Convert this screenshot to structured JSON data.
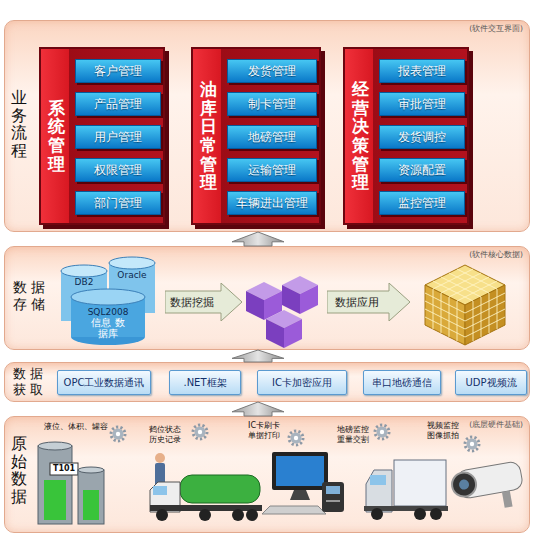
{
  "diagram": {
    "nodes": [
      {
        "text": [
          "业务流程",
          "(软件交互界面)"
        ]
      },
      {
        "text": [
          "系统管理"
        ],
        "in": 0
      },
      {
        "text": [
          "客户管理"
        ],
        "in": 1
      },
      {
        "text": [
          "产品管理"
        ],
        "in": 1
      },
      {
        "text": [
          "用户管理"
        ],
        "in": 1
      },
      {
        "text": [
          "权限管理"
        ],
        "in": 1
      },
      {
        "text": [
          "部门管理"
        ],
        "in": 1
      },
      {
        "text": [
          "油库日常管理"
        ],
        "in": 0
      },
      {
        "text": [
          "发货管理"
        ],
        "in": 7
      },
      {
        "text": [
          "制卡管理"
        ],
        "in": 7
      },
      {
        "text": [
          "地磅管理"
        ],
        "in": 7
      },
      {
        "text": [
          "运输管理"
        ],
        "in": 7
      },
      {
        "text": [
          "车辆进出管理"
        ],
        "in": 7
      },
      {
        "text": [
          "经营决策管理"
        ],
        "in": 0
      },
      {
        "text": [
          "报表管理"
        ],
        "in": 13
      },
      {
        "text": [
          "审批管理"
        ],
        "in": 13
      },
      {
        "text": [
          "发货调控"
        ],
        "in": 13
      },
      {
        "text": [
          "资源配置"
        ],
        "in": 13
      },
      {
        "text": [
          "监控管理"
        ],
        "in": 13
      },
      {
        "text": [
          "数据存储",
          "(软件核心数据)"
        ]
      },
      {
        "text": [
          "DB2",
          "Oracle",
          "SQL2008",
          "信息 数据库"
        ],
        "in": 19
      },
      {
        "text": [
          "数据挖掘"
        ],
        "in": 19
      },
      {
        "text": [
          "数据应用"
        ],
        "in": 19
      },
      {
        "text": [
          "数据获取"
        ]
      },
      {
        "text": [
          "OPC工业数据通讯"
        ],
        "in": 23
      },
      {
        "text": [
          ".NET框架"
        ],
        "in": 23
      },
      {
        "text": [
          "IC卡加密应用"
        ],
        "in": 23
      },
      {
        "text": [
          "串口地磅通信"
        ],
        "in": 23
      },
      {
        "text": [
          "UDP视频流"
        ],
        "in": 23
      },
      {
        "text": [
          "原始数据",
          "(底层硬件基础)"
        ]
      }
    ],
    "edges": [
      {
        "from": 29,
        "to": 23,
        "arrow": "to"
      },
      {
        "from": 23,
        "to": 19,
        "arrow": "to"
      },
      {
        "from": 19,
        "to": 0,
        "arrow": "to"
      }
    ],
    "labels": [
      "液位、体积、罐容",
      "T101",
      "鹤位状态 历史记录",
      "IC卡刷卡 单据打印",
      "地磅监控 重量交割",
      "视频监控 图像抓拍"
    ]
  }
}
